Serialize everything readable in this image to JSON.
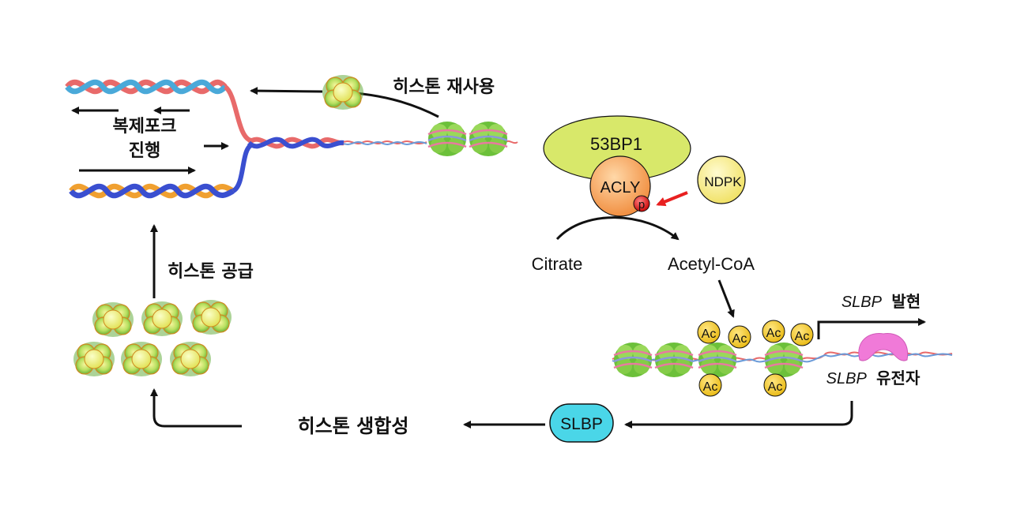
{
  "labels": {
    "histone_reuse": "히스톤 재사용",
    "fork_line1": "복제포크",
    "fork_line2": "진행",
    "histone_supply": "히스톤 공급",
    "histone_synthesis": "히스톤 생합성",
    "protein_53bp1": "53BP1",
    "protein_acly": "ACLY",
    "phospho": "p",
    "protein_ndpk": "NDPK",
    "citrate": "Citrate",
    "acetyl_coa": "Acetyl-CoA",
    "slbp_expression_gene": "SLBP",
    "slbp_expression_word": "발현",
    "slbp_gene_gene": "SLBP",
    "slbp_gene_word": "유전자",
    "slbp_protein": "SLBP",
    "acetyl_mark": "Ac"
  },
  "colors": {
    "arrow": "#111111",
    "strand_red": "#e86a6a",
    "strand_blue": "#4aa9d9",
    "strand_orange": "#f0a030",
    "strand_navy": "#3a4fd0",
    "histone_green": "#8ed14a",
    "histone_yellow": "#e8e85a",
    "protein_53bp1": "#d8e86a",
    "protein_acly": "#f4a860",
    "protein_ndpk": "#f6ee7a",
    "phospho_red": "#e02020",
    "acetyl_yellow": "#f0c81e",
    "slbp_protein": "#4ad6e8",
    "rna_pol": "#f07ad8",
    "activation_arrow": "#e82020"
  }
}
